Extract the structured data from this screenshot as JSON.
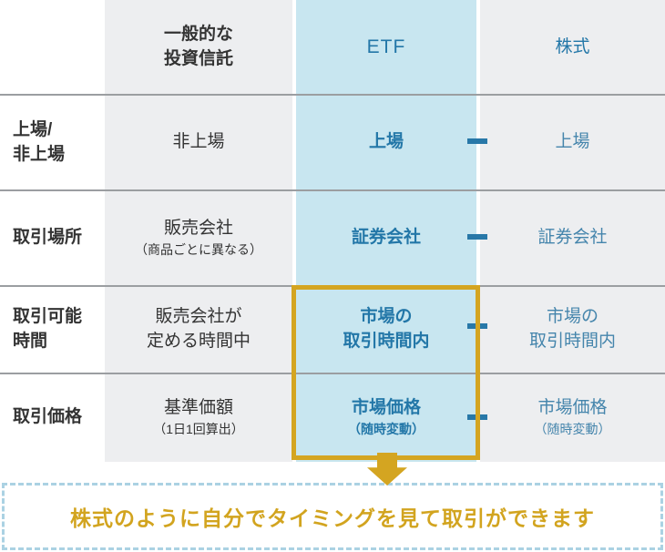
{
  "table": {
    "header": {
      "corner": "",
      "mutual_fund": "一般的な\n投資信託",
      "etf": "ETF",
      "stock": "株式"
    },
    "rows": [
      {
        "label": "上場/\n非上場",
        "mutual_fund": "非上場",
        "etf": "上場",
        "stock": "上場"
      },
      {
        "label": "取引場所",
        "mutual_fund": "販売会社",
        "mutual_fund_note": "（商品ごとに異なる）",
        "etf": "証券会社",
        "stock": "証券会社"
      },
      {
        "label": "取引可能\n時間",
        "mutual_fund": "販売会社が\n定める時間中",
        "etf": "市場の\n取引時間内",
        "stock": "市場の\n取引時間内"
      },
      {
        "label": "取引価格",
        "mutual_fund": "基準価額",
        "mutual_fund_note": "（1日1回算出）",
        "etf": "市場価格",
        "etf_note": "（随時変動）",
        "stock": "市場価格",
        "stock_note": "（随時変動）"
      }
    ]
  },
  "callout": {
    "message": "株式のように自分でタイミングを見て取引ができます"
  },
  "colors": {
    "highlight_column_bg": "#c8e6f0",
    "column_bg": "#edeef0",
    "accent_blue": "#2377a8",
    "light_blue_text": "#4585ac",
    "gold": "#d4a521",
    "dark_text": "#333333",
    "row_line": "#9b9ea1",
    "dashed_border": "#abd2e3"
  }
}
